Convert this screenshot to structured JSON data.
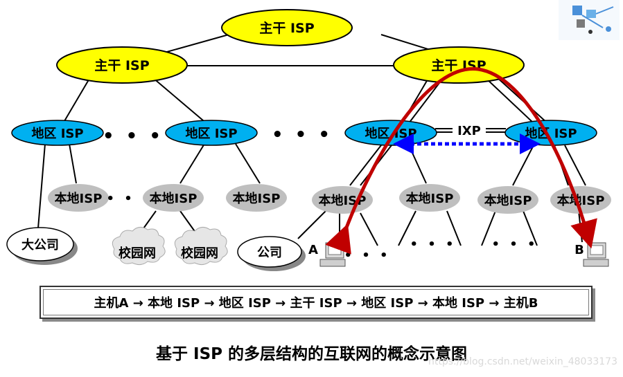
{
  "nodes": {
    "backbone_top": "主干 ISP",
    "backbone_left": "主干 ISP",
    "backbone_right": "主干 ISP",
    "regional_1": "地区 ISP",
    "regional_2": "地区 ISP",
    "regional_3": "地区 ISP",
    "regional_4": "地区 ISP",
    "local_1": "本地ISP",
    "local_2": "本地ISP",
    "local_3": "本地ISP",
    "local_4": "本地ISP",
    "local_5": "本地ISP",
    "local_6": "本地ISP",
    "local_7": "本地ISP",
    "big_company": "大公司",
    "campus_1": "校园网",
    "campus_2": "校园网",
    "company": "公司",
    "ixp": "IXP",
    "host_a": "A",
    "host_b": "B"
  },
  "ellipsis": "• • •",
  "route": "主机A → 本地 ISP → 地区 ISP → 主干 ISP → 地区 ISP → 本地 ISP → 主机B",
  "caption": "基于 ISP 的多层结构的互联网的概念示意图",
  "watermark": "https://blog.csdn.net/weixin_48033173",
  "colors": {
    "backbone": "#ffff00",
    "regional": "#00b0f0",
    "local": "#bfbfbf",
    "route_arrow": "#c00000",
    "ixp_link": "#0000ff"
  }
}
